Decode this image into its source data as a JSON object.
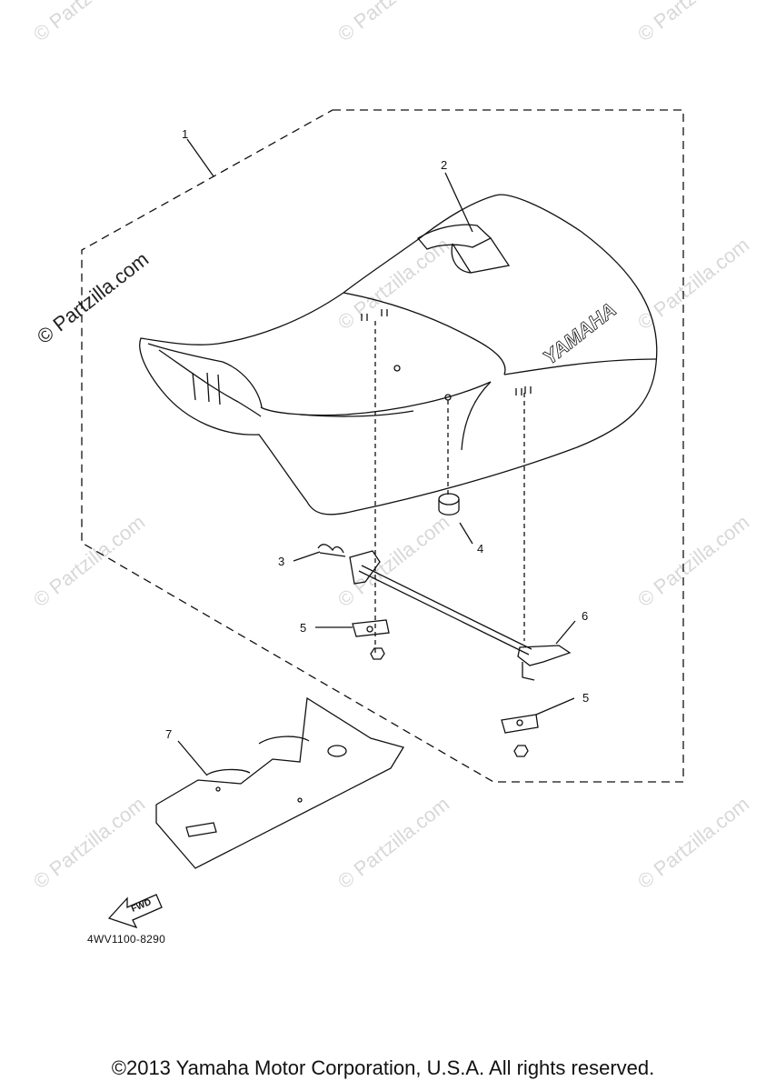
{
  "watermark": {
    "text": "© Partzilla.com"
  },
  "callouts": {
    "c1": "1",
    "c2": "2",
    "c3": "3",
    "c4": "4",
    "c5a": "5",
    "c5b": "5",
    "c6": "6",
    "c7": "7"
  },
  "seat_brand": "YAMAHA",
  "fwd_label": "FWD",
  "diagram_code": "4WV1100-8290",
  "copyright": "©2013 Yamaha Motor Corporation, U.S.A. All rights reserved."
}
